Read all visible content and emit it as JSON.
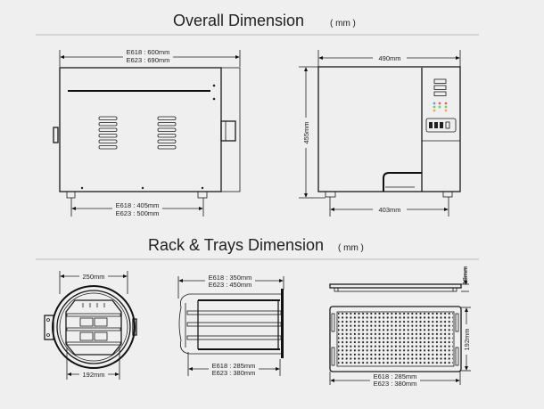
{
  "sections": [
    {
      "title": "Overall Dimension",
      "unit": "( mm )"
    },
    {
      "title": "Rack & Trays Dimension",
      "unit": "( mm )"
    }
  ],
  "overall": {
    "front_width": [
      "E618 : 600mm",
      "E623 : 690mm"
    ],
    "front_feet": [
      "E618 : 405mm",
      "E623 : 500mm"
    ],
    "side_width": "490mm",
    "side_height": "455mm",
    "side_feet": "403mm"
  },
  "rack": {
    "front_outer": "250mm",
    "front_inner": "192mm",
    "side_length": [
      "E618 : 350mm",
      "E623 : 450mm"
    ],
    "side_inner": [
      "E618 : 285mm",
      "E623 : 380mm"
    ]
  },
  "tray": {
    "height": "18mm",
    "width": "192mm",
    "length": [
      "E618 : 285mm",
      "E623 : 380mm"
    ]
  }
}
